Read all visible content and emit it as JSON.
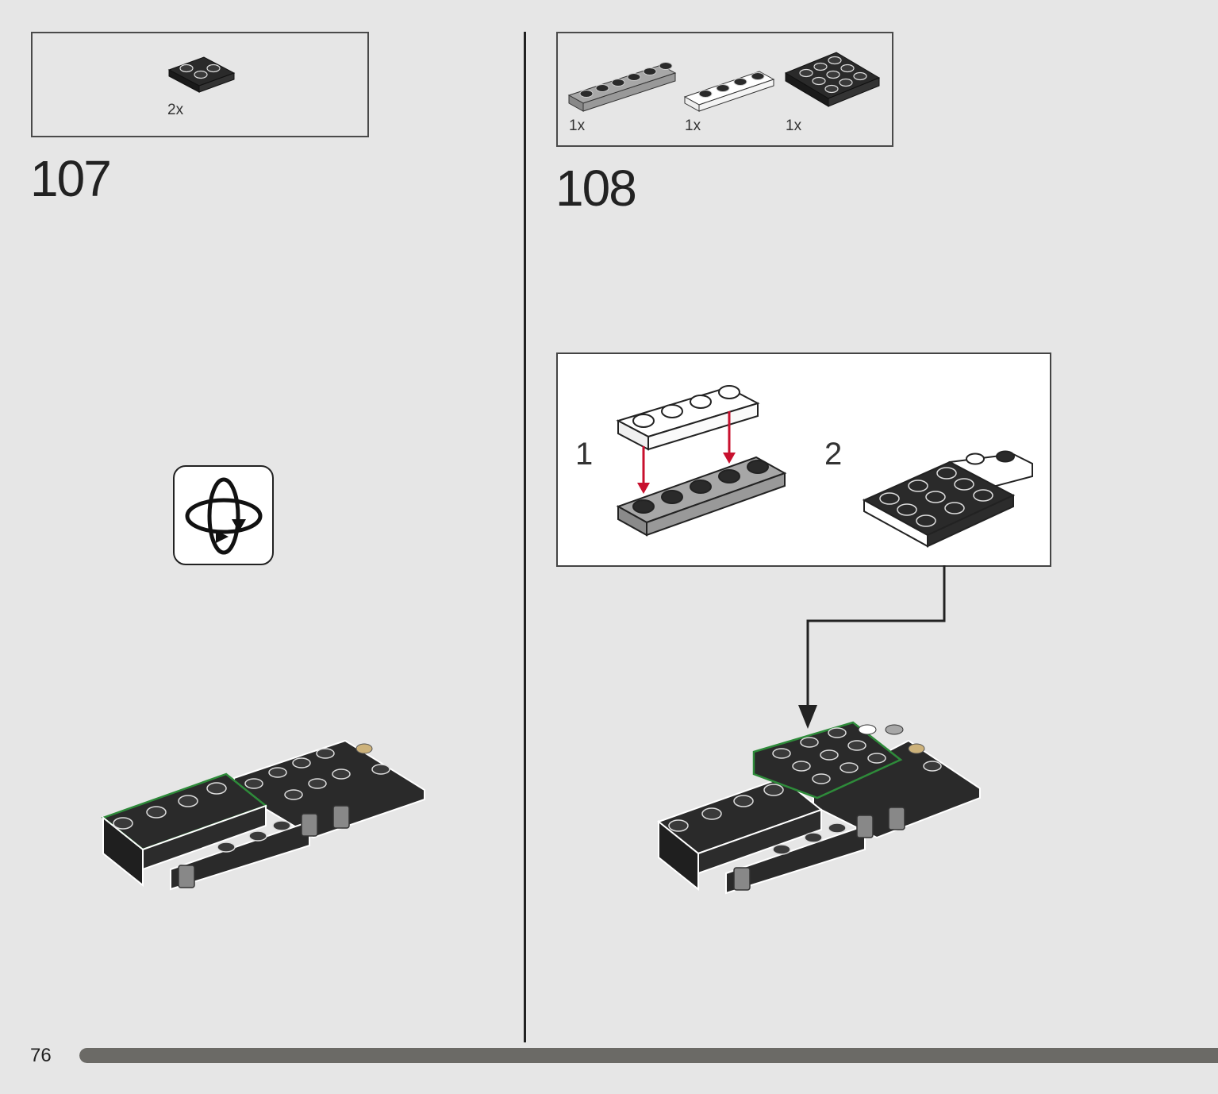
{
  "steps": [
    {
      "number": "107",
      "parts": [
        {
          "qty": "2x"
        }
      ]
    },
    {
      "number": "108",
      "parts": [
        {
          "qty": "1x"
        },
        {
          "qty": "1x"
        },
        {
          "qty": "1x"
        }
      ],
      "substeps": [
        {
          "number": "1"
        },
        {
          "number": "2"
        }
      ]
    }
  ],
  "page": {
    "number": "76",
    "progress_fraction": 1.0
  },
  "icons": {
    "rotate": "rotate-model-icon"
  },
  "colors": {
    "arrow_red": "#c8102e",
    "highlight_green": "#2e8b3a",
    "brick_black": "#2a2a2a",
    "brick_gray": "#a7a7a7",
    "tan": "#cdb27a"
  }
}
